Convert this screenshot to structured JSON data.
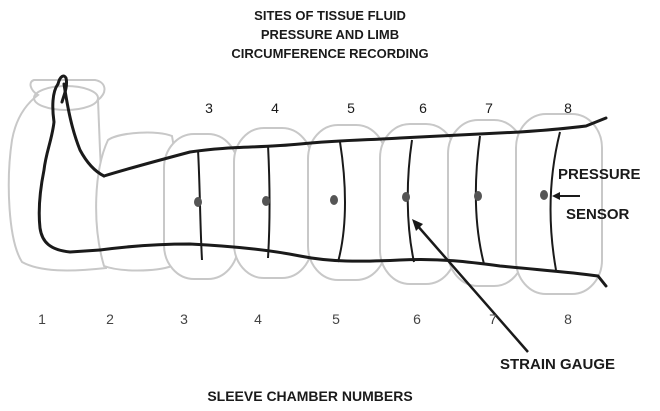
{
  "title_lines": [
    "SITES OF TISSUE FLUID",
    "PRESSURE AND LIMB",
    "CIRCUMFERENCE RECORDING"
  ],
  "top_numbers": [
    "3",
    "4",
    "5",
    "6",
    "7",
    "8"
  ],
  "bottom_numbers": [
    "1",
    "2",
    "3",
    "4",
    "5",
    "6",
    "7",
    "8"
  ],
  "callouts": {
    "pressure_sensor_line1": "PRESSURE",
    "pressure_sensor_line2": "SENSOR",
    "strain_gauge": "STRAIN GAUGE"
  },
  "footer": "SLEEVE CHAMBER NUMBERS",
  "colors": {
    "ink": "#1a1a1a",
    "sleeve_outline": "#c8c8c8",
    "sensor_dot": "#555555"
  }
}
